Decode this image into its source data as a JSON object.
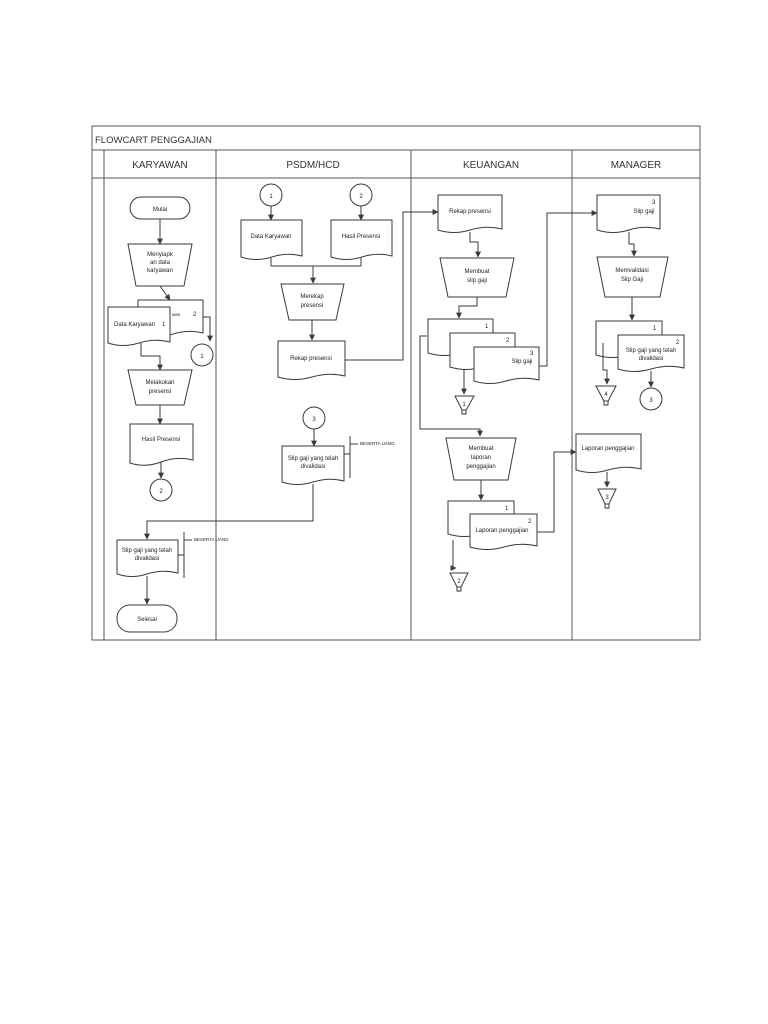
{
  "title": "FLOWCART PENGGAJIAN",
  "lanes": [
    "KARYAWAN",
    "PSDM/HCD",
    "KEUANGAN",
    "MANAGER"
  ],
  "karyawan": {
    "mulai": "Mulai",
    "menyiapkan": [
      "Menyiapk",
      "an data",
      "karyawan"
    ],
    "doc_back": "wan",
    "doc_back_num": "2",
    "data_karyawan": "Data Karyawan",
    "data_karyawan_num": "1",
    "conn_1": "1",
    "melakukan": [
      "Melakukan",
      "presensi"
    ],
    "hasil_presensi": "Hasil Presensi",
    "conn_2": "2",
    "slip_validasi": [
      "Slip gaji yang telah",
      "divalidasi"
    ],
    "annotation": "BESERTA UANG",
    "selesai": "Selesai"
  },
  "psdm": {
    "conn_1": "1",
    "conn_2": "2",
    "data_karyawan": "Data Karyawan",
    "hasil_presensi": "Hasil Presensi",
    "merekap": [
      "Merekap",
      "presensi"
    ],
    "rekap_presensi": "Rekap presensi",
    "conn_3": "3",
    "slip_validasi": [
      "Slip gaji yang telah",
      "divalidasi"
    ],
    "annotation": "BESERTA UANG"
  },
  "keuangan": {
    "rekap_presensi": "Rekap presensi",
    "membuat_slip": [
      "Membuat",
      "slip gaji"
    ],
    "doc_num_1": "1",
    "doc_num_2": "2",
    "doc_num_3": "3",
    "slip_gaji": "Slip gaji",
    "file_1": "1",
    "membuat_laporan": [
      "Membuat",
      "laporan",
      "penggajian"
    ],
    "lap_num_1": "1",
    "lap_num_2": "2",
    "laporan": "Laporan penggajian",
    "file_2": "2"
  },
  "manager": {
    "slip_num": "3",
    "slip_gaji": "Slip gaji",
    "memvalidasi": [
      "Memvalidasi",
      "Slip Gaji"
    ],
    "doc_num_1": "1",
    "doc_num_2": "2",
    "slip_validasi": [
      "Slip gaji yang telah",
      "divalidasi"
    ],
    "file_4": "4",
    "conn_3": "3",
    "laporan": "Laporan penggajian",
    "file_3": "3"
  }
}
